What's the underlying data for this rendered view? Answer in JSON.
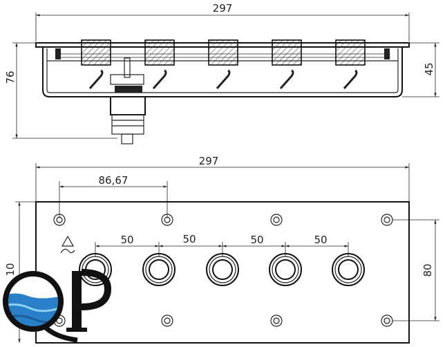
{
  "top_view": {
    "overall_width_label": "297",
    "height_label": "76",
    "depth_label": "45"
  },
  "front_view": {
    "overall_width_label": "297",
    "hole_spacing_label": "86,67",
    "nozzle_spacings": [
      "50",
      "50",
      "50",
      "50"
    ],
    "height_label": "10",
    "hole_vertical_label": "80"
  },
  "logo": {
    "letters": "QP",
    "water_color": "#2a7fc9"
  },
  "colors": {
    "line": "#222222",
    "background": "#ffffff"
  }
}
